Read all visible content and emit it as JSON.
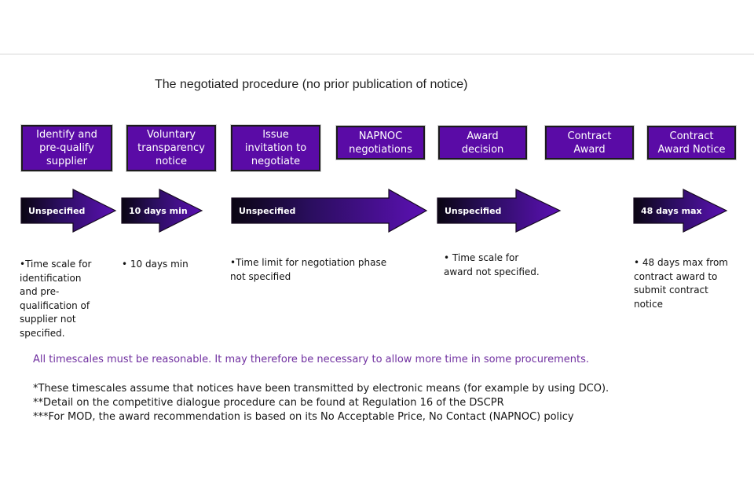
{
  "title": "The negotiated procedure (no prior publication of notice)",
  "colors": {
    "box_fill": "#5a0ba6",
    "arrow_gradient_start": "#0a0512",
    "arrow_gradient_end": "#5c10b4",
    "highlight_text": "#7030a0"
  },
  "stages": [
    {
      "label": "Identify and\npre-qualify\nsupplier"
    },
    {
      "label": "Voluntary\ntransparency\nnotice"
    },
    {
      "label": "Issue\ninvitation to\nnegotiate"
    },
    {
      "label": "NAPNOC\nnegotiations"
    },
    {
      "label": "Award\ndecision"
    },
    {
      "label": "Contract\nAward"
    },
    {
      "label": "Contract\nAward Notice"
    }
  ],
  "timescales": [
    {
      "arrow_label": "Unspecified",
      "note": "•Time scale for\nidentification\nand pre-\nqualification of\nsupplier not\nspecified."
    },
    {
      "arrow_label": "10 days min",
      "note": "• 10 days min"
    },
    {
      "arrow_label": "Unspecified",
      "note": "•Time limit for negotiation phase\nnot specified"
    },
    {
      "arrow_label": "Unspecified",
      "note": "• Time scale for\naward not specified."
    },
    {
      "arrow_label": "48 days max",
      "note": "• 48 days max from\ncontract award to\nsubmit contract\nnotice"
    }
  ],
  "footer": {
    "highlight": "All timescales must be reasonable. It may therefore be necessary to allow more time in some procurements.",
    "footnotes": [
      "*These timescales assume that notices have been transmitted by electronic means (for example by using DCO).",
      "**Detail on the competitive dialogue procedure can be found at Regulation 16 of the DSCPR",
      "***For MOD, the award recommendation is based on its No Acceptable Price, No Contact (NAPNOC) policy"
    ]
  }
}
